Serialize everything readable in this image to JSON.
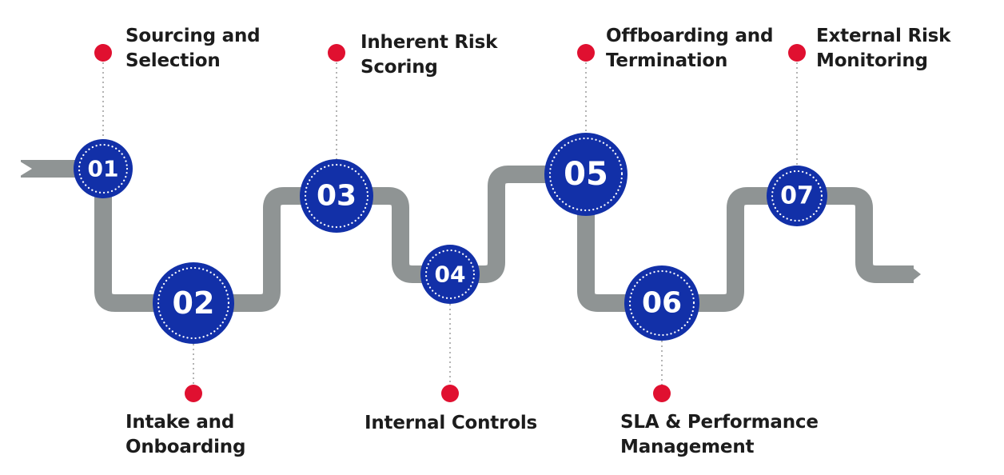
{
  "colors": {
    "track": "#8f9494",
    "node_fill": "#1230a8",
    "node_ring": "#ffffff",
    "marker": "#e01030",
    "connector": "#b4b4b4",
    "label_text": "#1c1c1c",
    "number_text": "#ffffff"
  },
  "steps": [
    {
      "number": "01",
      "label_lines": [
        "Sourcing and",
        "Selection"
      ]
    },
    {
      "number": "02",
      "label_lines": [
        "Intake and",
        "Onboarding"
      ]
    },
    {
      "number": "03",
      "label_lines": [
        "Inherent Risk",
        "Scoring"
      ]
    },
    {
      "number": "04",
      "label_lines": [
        "Internal Controls"
      ]
    },
    {
      "number": "05",
      "label_lines": [
        "Offboarding and",
        "Termination"
      ]
    },
    {
      "number": "06",
      "label_lines": [
        "SLA & Performance",
        "Management"
      ]
    },
    {
      "number": "07",
      "label_lines": [
        "External Risk",
        "Monitoring"
      ]
    }
  ]
}
